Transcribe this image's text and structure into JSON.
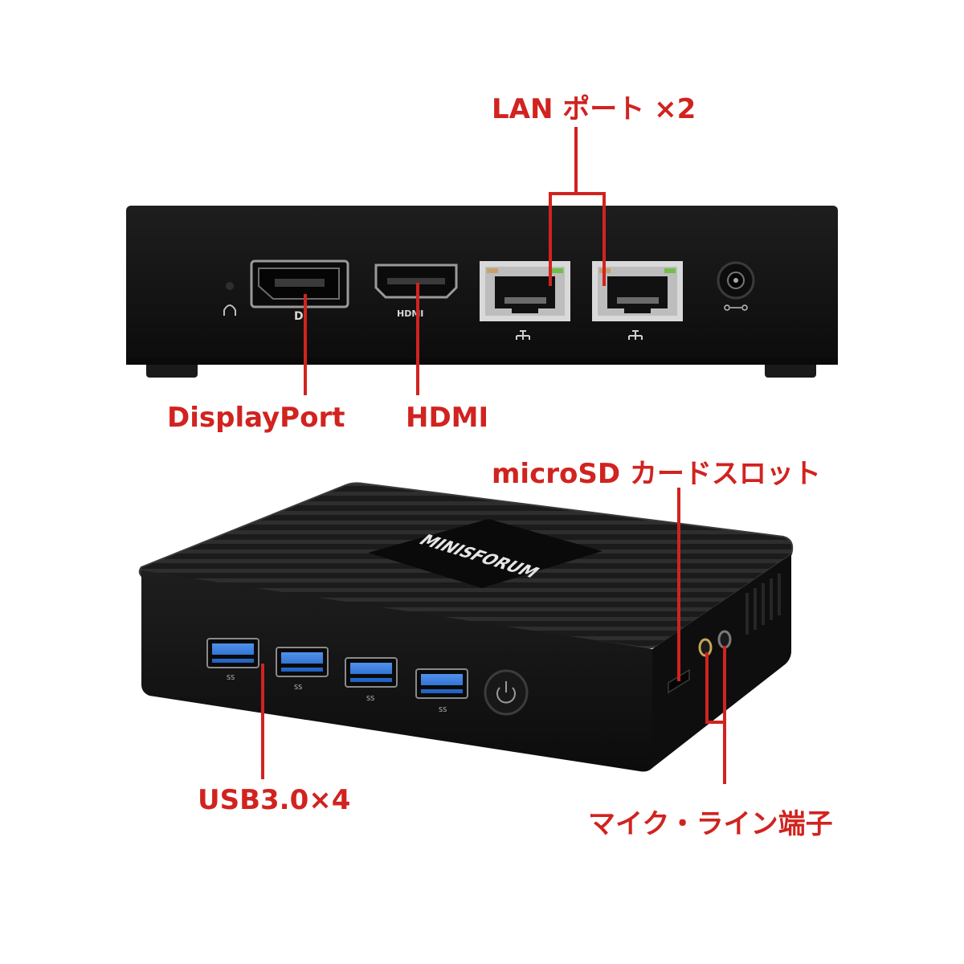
{
  "colors": {
    "annotation": "#d1231f",
    "chassis": "#141414",
    "usb_blue": "#2f74d6",
    "background": "#ffffff"
  },
  "labels": {
    "lan": "LAN ポート ×2",
    "displayport": "DisplayPort",
    "hdmi": "HDMI",
    "microsd": "microSD カードスロット",
    "usb": "USB3.0×4",
    "audio": "マイク・ライン端子"
  },
  "device": {
    "brand": "MINISFORUM",
    "hdmi_mark": "HDMI",
    "dp_mark": "D",
    "usb_mark": "SS"
  },
  "icons": [
    "headphone-icon",
    "network-icon",
    "dc-power-icon",
    "power-icon"
  ]
}
